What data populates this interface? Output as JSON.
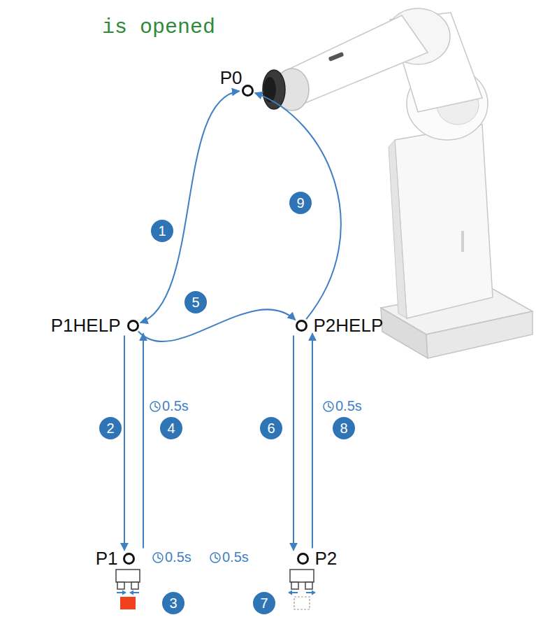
{
  "diagram": {
    "nodes": [
      {
        "text": [
          "P0"
        ]
      },
      {
        "text": [
          "P1HELP"
        ]
      },
      {
        "text": [
          "P2HELP"
        ]
      },
      {
        "text": [
          "P1"
        ]
      },
      {
        "text": [
          "P2"
        ]
      }
    ],
    "edges": [
      {
        "from": 0,
        "to": 1,
        "arrow": "both",
        "label": "1"
      },
      {
        "from": 1,
        "to": 3,
        "arrow": "to",
        "label": "2"
      },
      {
        "from": 3,
        "to": 1,
        "arrow": "to",
        "label": "4"
      },
      {
        "from": 1,
        "to": 2,
        "arrow": "to",
        "label": "5"
      },
      {
        "from": 2,
        "to": 4,
        "arrow": "to",
        "label": "6"
      },
      {
        "from": 4,
        "to": 2,
        "arrow": "to",
        "label": "8"
      },
      {
        "from": 2,
        "to": 0,
        "arrow": "to",
        "label": "9"
      }
    ],
    "labels": [
      "is opened",
      "0.5s",
      "0.5s",
      "0.5s",
      "0.5s",
      "3",
      "7"
    ]
  }
}
